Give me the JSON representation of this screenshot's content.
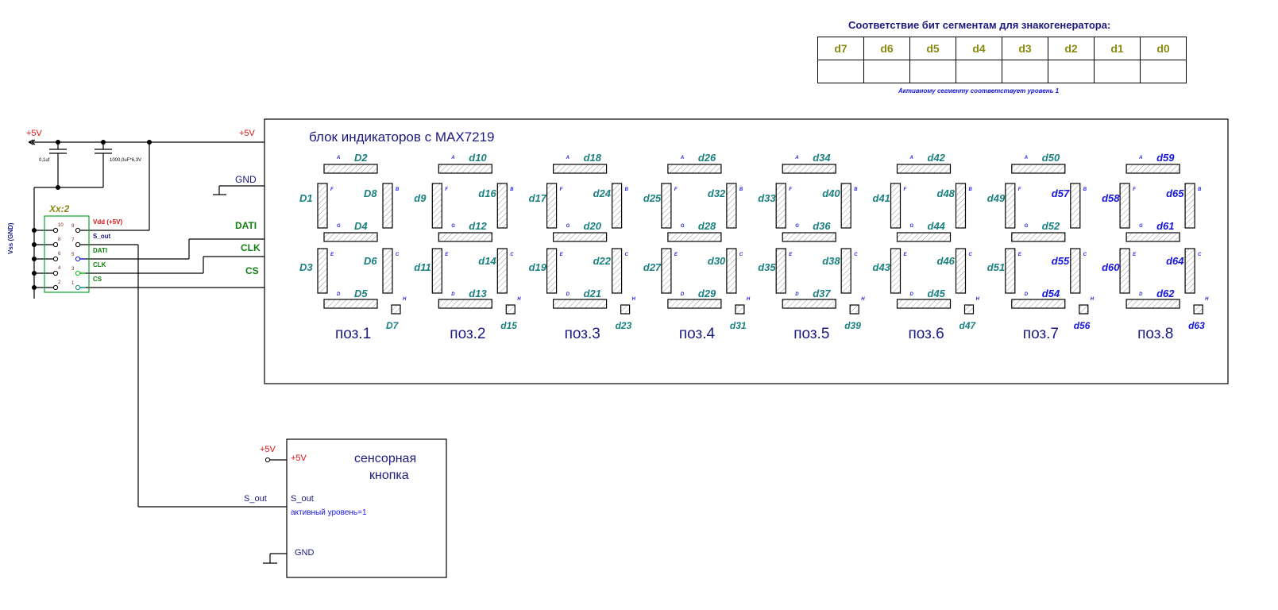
{
  "bit_table": {
    "title": "Соответствие бит сегментам для знакогенератора:",
    "headers": [
      "d7",
      "d6",
      "d5",
      "d4",
      "d3",
      "d2",
      "d1",
      "d0"
    ],
    "values": [
      "",
      "",
      "",
      "",
      "",
      "",
      "",
      ""
    ],
    "note": "Активному сегменту соответствует уровень 1"
  },
  "power": {
    "vcc_label": "+5V",
    "vcc_label_right": "+5V",
    "cap1": "0,1uf",
    "cap2": "1000,0uF*6,3V",
    "gnd_label": "GND"
  },
  "connector": {
    "title": "Xx:2",
    "vss_label": "Vss (GND)",
    "left_pins": [
      "10",
      "8",
      "6",
      "4",
      "2"
    ],
    "right_pins": [
      "9",
      "7",
      "5",
      "3",
      "1"
    ],
    "signals": [
      "Vdd (+5V)",
      "S_out",
      "DATI",
      "CLK",
      "CS"
    ],
    "signal_colors": [
      "#e01010",
      "#1a1a80",
      "#108010",
      "#108010",
      "#108010"
    ],
    "pin_colors": [
      "#202020",
      "#202020",
      "#1515e0",
      "#10c010",
      "#109090"
    ]
  },
  "bus": {
    "dati": "DATI",
    "clk": "CLK",
    "cs": "CS"
  },
  "indicator_block": {
    "title": "блок индикаторов с MAX7219",
    "segment_letters": [
      "A",
      "B",
      "C",
      "D",
      "E",
      "F",
      "G",
      "H"
    ],
    "digits": [
      {
        "position": "поз.1",
        "a": "D2",
        "b": "D8",
        "c": "D6",
        "d": "D5",
        "e": "D3",
        "f": "D1",
        "g": "D4",
        "h": "D7",
        "blue": []
      },
      {
        "position": "поз.2",
        "a": "d10",
        "b": "d16",
        "c": "d14",
        "d": "d13",
        "e": "d11",
        "f": "d9",
        "g": "d12",
        "h": "d15",
        "blue": []
      },
      {
        "position": "поз.3",
        "a": "d18",
        "b": "d24",
        "c": "d22",
        "d": "d21",
        "e": "d19",
        "f": "d17",
        "g": "d20",
        "h": "d23",
        "blue": []
      },
      {
        "position": "поз.4",
        "a": "d26",
        "b": "d32",
        "c": "d30",
        "d": "d29",
        "e": "d27",
        "f": "d25",
        "g": "d28",
        "h": "d31",
        "blue": []
      },
      {
        "position": "поз.5",
        "a": "d34",
        "b": "d40",
        "c": "d38",
        "d": "d37",
        "e": "d35",
        "f": "d33",
        "g": "d36",
        "h": "d39",
        "blue": []
      },
      {
        "position": "поз.6",
        "a": "d42",
        "b": "d48",
        "c": "d46",
        "d": "d45",
        "e": "d43",
        "f": "d41",
        "g": "d44",
        "h": "d47",
        "blue": []
      },
      {
        "position": "поз.7",
        "a": "d50",
        "b": "d57",
        "c": "d55",
        "d": "d54",
        "e": "d51",
        "f": "d49",
        "g": "d52",
        "h": "d56",
        "blue": [
          "b",
          "c",
          "d",
          "h"
        ]
      },
      {
        "position": "поз.8",
        "a": "d59",
        "b": "d65",
        "c": "d64",
        "d": "d62",
        "e": "d60",
        "f": "d58",
        "g": "d61",
        "h": "d63",
        "blue": [
          "a",
          "b",
          "c",
          "d",
          "e",
          "f",
          "g",
          "h"
        ]
      }
    ]
  },
  "touch_button": {
    "title_line1": "сенсорная",
    "title_line2": "кнопка",
    "vcc_ext": "+5V",
    "vcc_pin": "+5V",
    "sout_ext": "S_out",
    "sout_pin": "S_out",
    "active_level": "активный уровень=1",
    "gnd_pin": "GND"
  }
}
